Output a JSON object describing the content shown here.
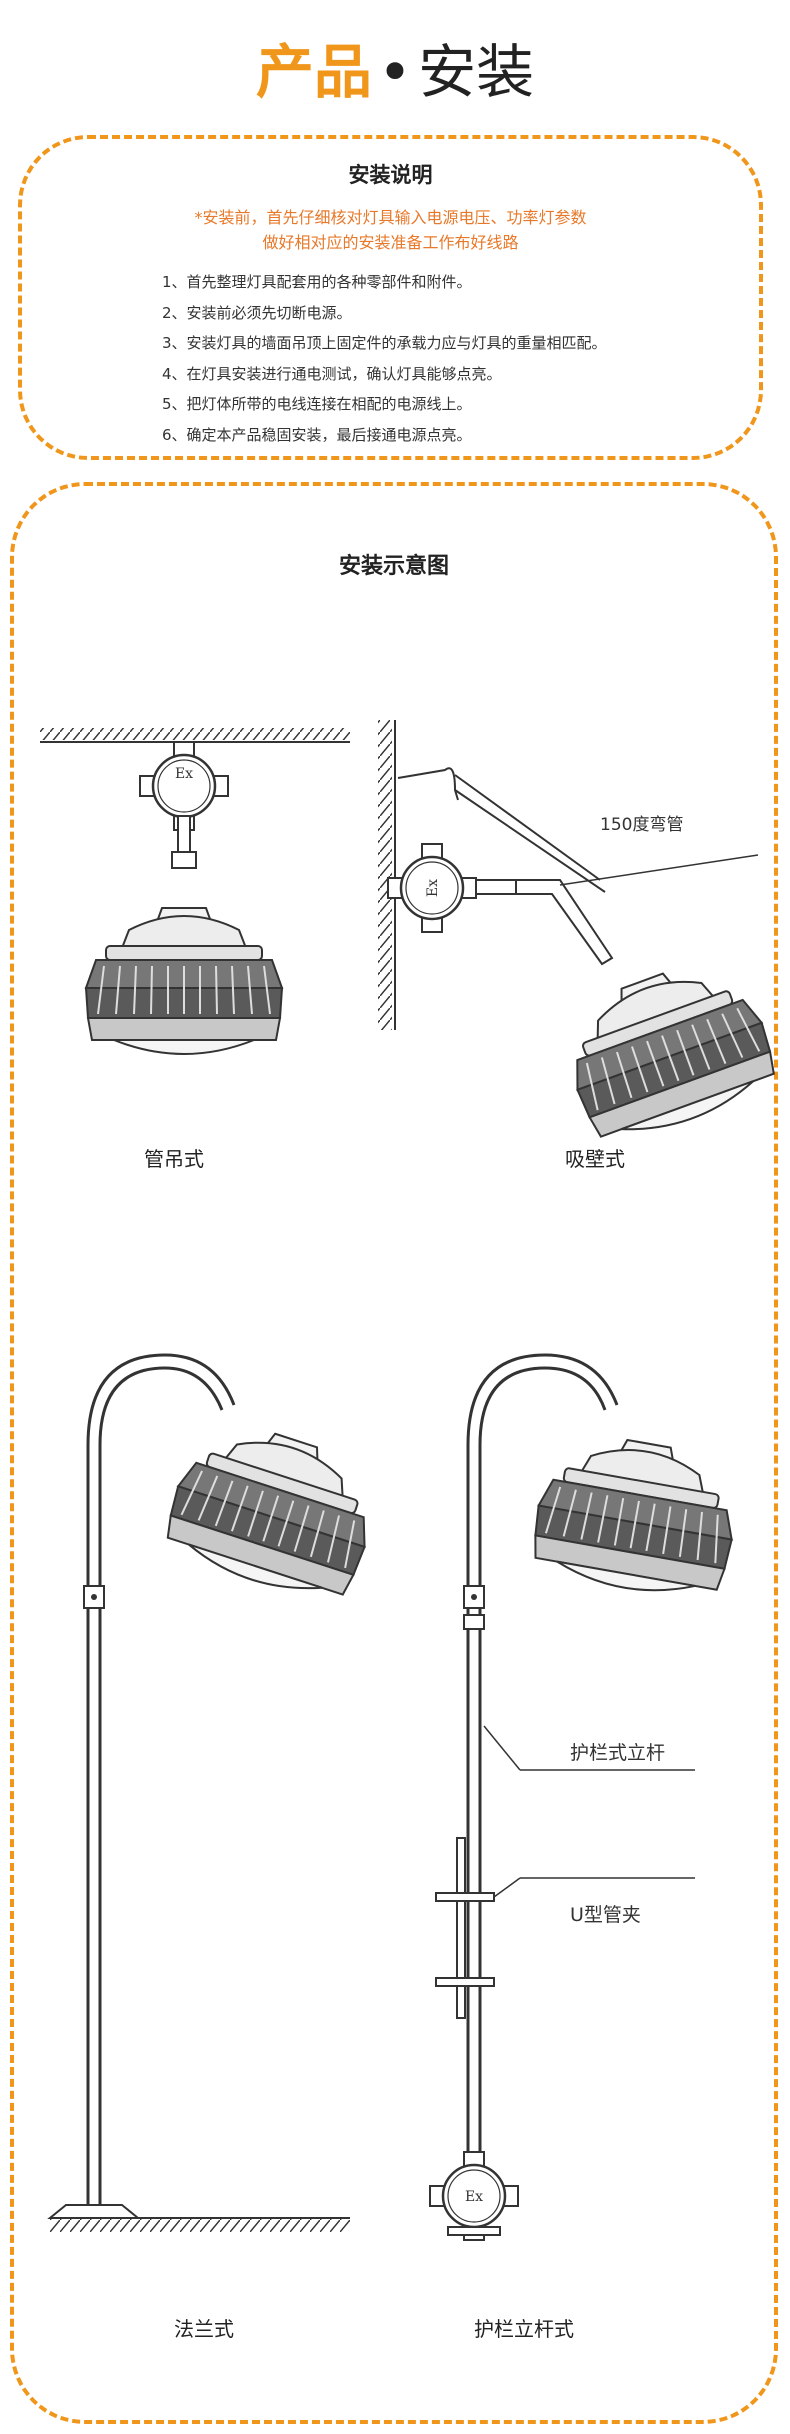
{
  "header": {
    "title_highlight": "产品",
    "title_separator": "•",
    "title_rest": "安装"
  },
  "instructions": {
    "title": "安装说明",
    "warning_line1": "*安装前，首先仔细核对灯具输入电源电压、功率灯参数",
    "warning_line2": "做好相对应的安装准备工作布好线路",
    "steps": [
      "1、首先整理灯具配套用的各种零部件和附件。",
      "2、安装前必须先切断电源。",
      "3、安装灯具的墙面吊顶上固定件的承载力应与灯具的重量相匹配。",
      "4、在灯具安装进行通电测试，确认灯具能够点亮。",
      "5、把灯体所带的电线连接在相配的电源线上。",
      "6、确定本产品稳固安装，最后接通电源点亮。"
    ]
  },
  "diagram": {
    "title": "安装示意图",
    "junction_label": "Ex",
    "methods": [
      {
        "caption": "管吊式"
      },
      {
        "caption": "吸壁式",
        "annotation": "150度弯管"
      },
      {
        "caption": "法兰式"
      },
      {
        "caption": "护栏立杆式",
        "annotation_pole": "护栏式立杆",
        "annotation_clamp": "U型管夹"
      }
    ]
  },
  "colors": {
    "accent": "#f0961b",
    "warning_text": "#e8792a",
    "line_art": "#333333"
  }
}
